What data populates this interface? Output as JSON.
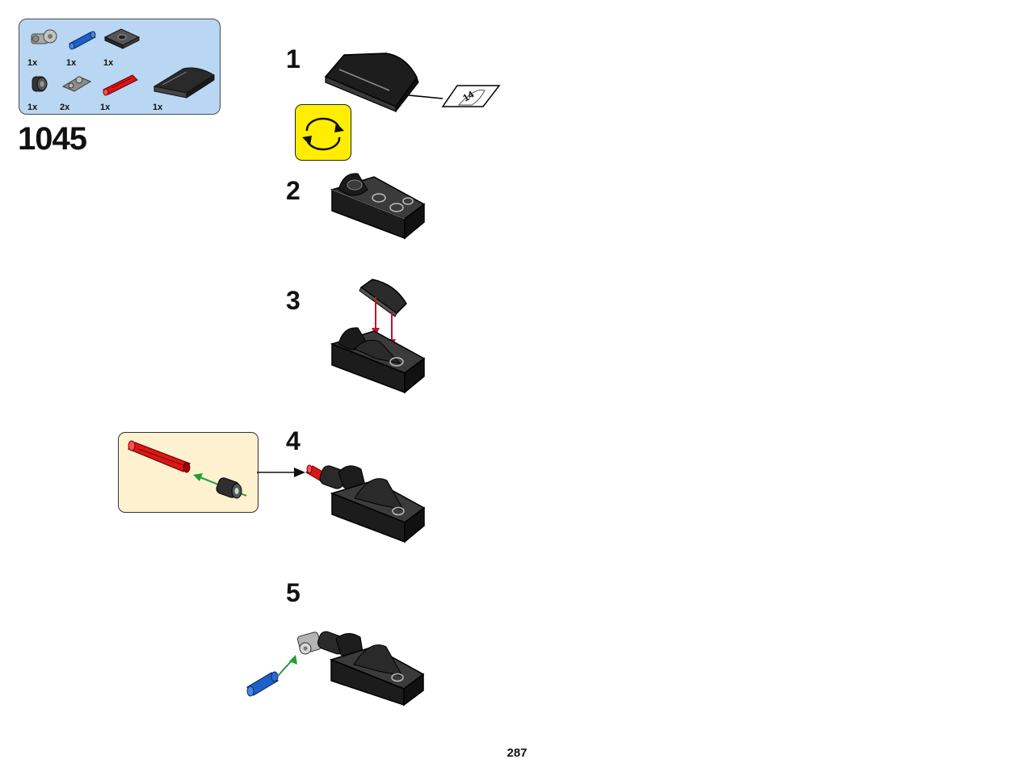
{
  "parts_list": {
    "items": [
      {
        "icon": "gray-connector-icon",
        "qty": "1x"
      },
      {
        "icon": "blue-pin-icon",
        "qty": "1x"
      },
      {
        "icon": "dark-plate-icon",
        "qty": "1x"
      },
      {
        "icon": "black-bush-icon",
        "qty": "1x"
      },
      {
        "icon": "gray-bracket-icon",
        "qty": "2x"
      },
      {
        "icon": "red-axle-icon",
        "qty": "1x"
      },
      {
        "icon": "black-slope-tile-icon",
        "qty": "1x"
      }
    ]
  },
  "submodel_number": "1045",
  "steps": [
    {
      "number": "1"
    },
    {
      "number": "2"
    },
    {
      "number": "3"
    },
    {
      "number": "4"
    },
    {
      "number": "5"
    }
  ],
  "sticker_label": "14",
  "colors": {
    "parts_box_bg": "#b9d7f2",
    "rotate_bg": "#ffee00",
    "callout_bg": "#fdf1cf",
    "red_part": "#d81818",
    "blue_part": "#1f5fc8",
    "dark_part": "#2a2a2a",
    "green_arrow": "#1f9d3a",
    "red_arrow": "#c8102e"
  },
  "page_number": "287"
}
